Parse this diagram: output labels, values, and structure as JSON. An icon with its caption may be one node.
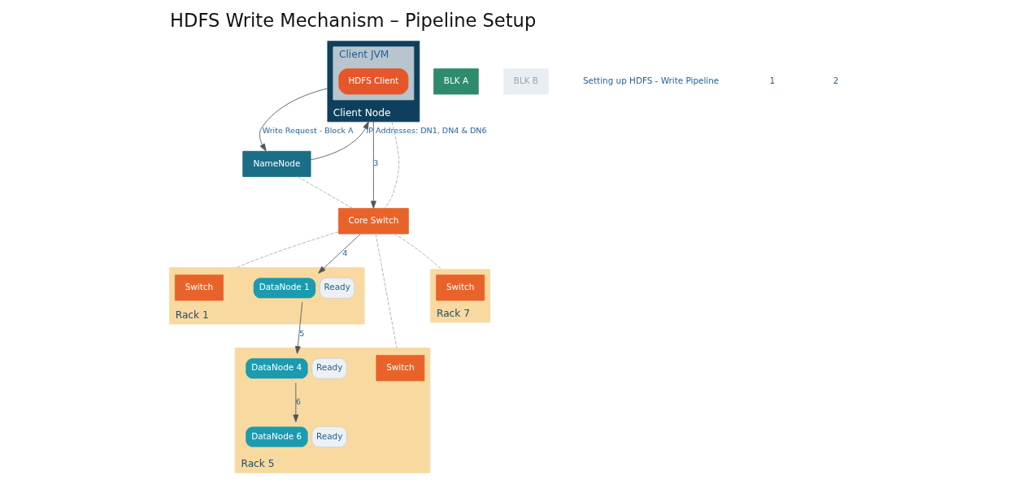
{
  "diagram": {
    "title": "HDFS Write Mechanism – Pipeline Setup",
    "nodes": [
      {
        "text": [
          "Client Node"
        ]
      },
      {
        "text": [
          "Client JVM"
        ],
        "in": 0
      },
      {
        "text": [
          "HDFS Client"
        ],
        "in": 1
      },
      {
        "text": [
          "NameNode"
        ]
      },
      {
        "text": [
          "Core Switch"
        ]
      },
      {
        "text": [
          "Rack 1"
        ]
      },
      {
        "text": [
          "Switch"
        ],
        "in": 5
      },
      {
        "text": [
          "DataNode 1"
        ],
        "in": 5,
        "beside": [
          "Ready"
        ]
      },
      {
        "text": [
          "Rack 5"
        ]
      },
      {
        "text": [
          "Switch"
        ],
        "in": 8
      },
      {
        "text": [
          "DataNode 4"
        ],
        "in": 8,
        "beside": [
          "Ready"
        ]
      },
      {
        "text": [
          "DataNode 6"
        ],
        "in": 8,
        "beside": [
          "Ready"
        ]
      },
      {
        "text": [
          "Rack 7"
        ]
      },
      {
        "text": [
          "Switch"
        ],
        "in": 12
      },
      {
        "text": [
          "BLK A"
        ]
      },
      {
        "text": [
          "BLK B"
        ]
      }
    ],
    "edges": [
      {
        "from": 0,
        "to": 3,
        "arrow": "to",
        "label": "Write Request - Block A"
      },
      {
        "from": 3,
        "to": 0,
        "arrow": "to",
        "label": "IP Addresses: DN1, DN4 & DN6"
      },
      {
        "from": 0,
        "to": 4,
        "arrow": "to",
        "label": "3"
      },
      {
        "from": 4,
        "to": 7,
        "arrow": "to",
        "label": "4"
      },
      {
        "from": 7,
        "to": 10,
        "arrow": "to",
        "label": "5"
      },
      {
        "from": 10,
        "to": 11,
        "arrow": "to",
        "label": "6"
      },
      {
        "from": 0,
        "to": 4,
        "arrow": "none",
        "style": "dashed",
        "color": "#aaaaaa"
      },
      {
        "from": 3,
        "to": 4,
        "arrow": "none",
        "style": "dashed",
        "color": "#aaaaaa"
      },
      {
        "from": 4,
        "to": 5,
        "arrow": "none",
        "style": "dashed",
        "color": "#aaaaaa"
      },
      {
        "from": 4,
        "to": 8,
        "arrow": "none",
        "style": "dashed",
        "color": "#aaaaaa"
      },
      {
        "from": 4,
        "to": 12,
        "arrow": "none",
        "style": "dashed",
        "color": "#aaaaaa"
      }
    ],
    "labels": [
      "Setting up HDFS - Write Pipeline",
      "1",
      "2"
    ]
  }
}
